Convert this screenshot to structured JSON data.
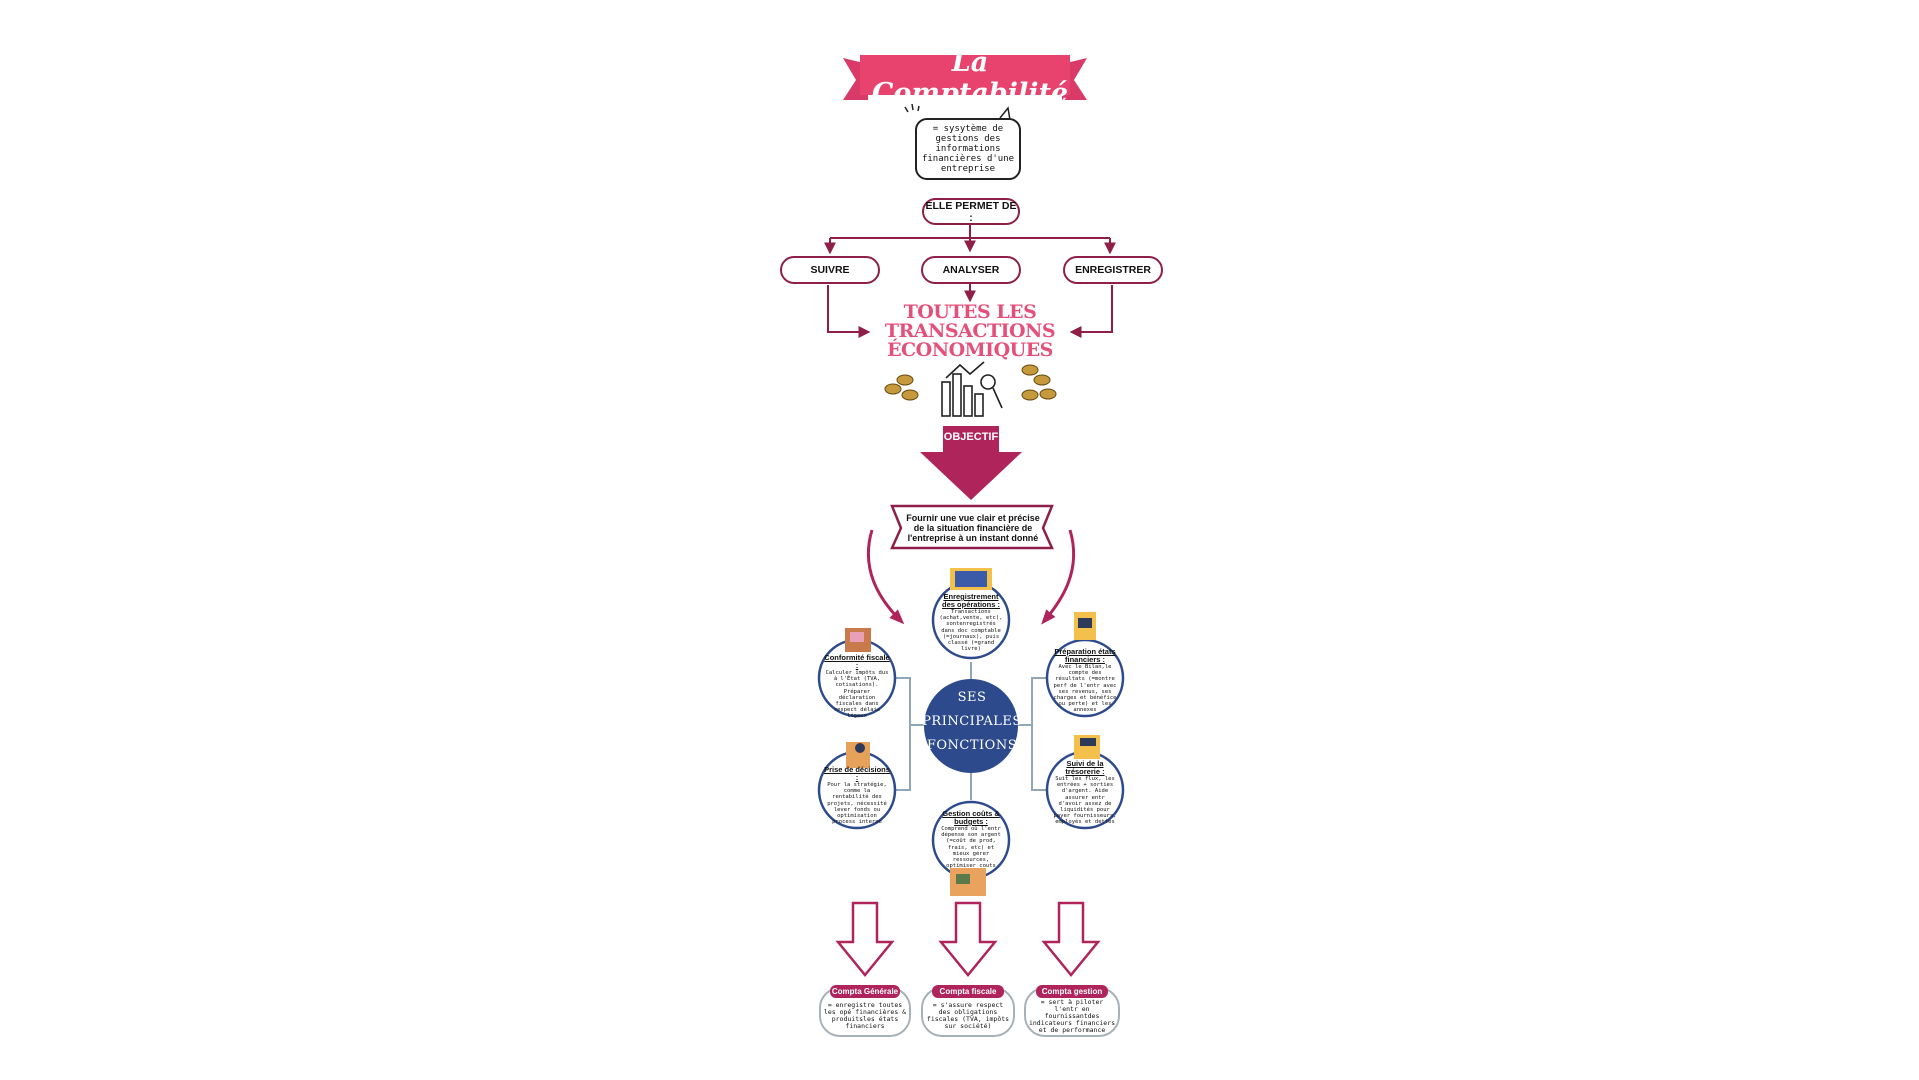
{
  "title": "La Comptabilité",
  "definition": "= sysytème de gestions des informations financières d'une entreprise",
  "permet_label": "ELLE PERMET DE :",
  "actions": [
    "SUIVRE",
    "ANALYSER",
    "ENREGISTRER"
  ],
  "transactions_title": "TOUTES LES TRANSACTIONS ÉCONOMIQUES",
  "objectif_label": "OBJECTIF",
  "goal_text": "Fournir une vue clair et précise de la situation financière de l'entreprise à un instant donné",
  "center_label": "SES PRINCIPALES FONCTIONS",
  "functions": {
    "enregistrement": {
      "title": "Enregistrement des opérations :",
      "body": "Transactions (achat,vente, etc), sontenregistrés dans doc comptable (=journaux), puis classé (=grand livre)"
    },
    "conformite": {
      "title": "Conformité fiscale :",
      "body": "Calculer impôts dus à l'État (TVA, cotisations). Préparer déclaration fiscales dans respect délais légaux"
    },
    "preparation": {
      "title": "Préparation états financiers :",
      "body": "Avec le Bilan,le compte des résultats (=montre perf de l'entr avec ses revenus, ses charges et bénéfice ou perte) et les annexes"
    },
    "decisions": {
      "title": "Prise de décisions :",
      "body": "Pour la stratégie, comme la rentabilité des projets, nécessité lever fonds ou optimisation process interne"
    },
    "tresorerie": {
      "title": "Suivi de la trésorerie :",
      "body": "Suit les flux, les entrées + sorties d'argent. Aide assurer entr d'avoir assez de liquidités pour payer fournisseurs, employés et dettes"
    },
    "couts": {
      "title": "Gestion coûts & budgets :",
      "body": "Comprend où l'entr dépense son argent (=coût de prod, frais, etc) et mieux gérer ressources, optimiser couts"
    }
  },
  "branches": [
    {
      "title": "Compta Générale",
      "body": "= enregistre toutes les opé financières & produitsles états financiers"
    },
    {
      "title": "Compta fiscale",
      "body": "= s'assure respect des obligations fiscales (TVA, impôts sur société)"
    },
    {
      "title": "Compta gestion",
      "body": "= sert à piloter l'entr en fournissantdes indicateurs financiers et de performance"
    }
  ],
  "colors": {
    "accent": "#8e1f48",
    "pink": "#e4507a",
    "navy": "#2c4a8c",
    "line": "#8fa7b6"
  },
  "icons": [
    "coin-stack-icon",
    "bar-chart-magnifier-icon",
    "illustration-icon"
  ]
}
